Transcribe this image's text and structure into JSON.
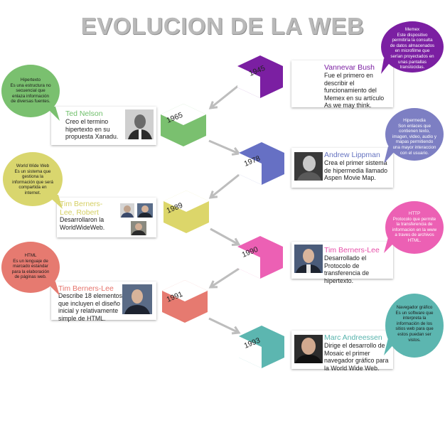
{
  "title": "EVOLUCION DE LA WEB",
  "colors": {
    "title": "#b9b9b9",
    "arrow": "#bdbdbd"
  },
  "events": [
    {
      "year": "1945",
      "name": "Vannevar Bush",
      "name_color": "#7b1fa2",
      "hex_color": "#7b1fa2",
      "desc": "Fue el primero en describir el funcionamiento del Memex en su artículo As we may think.",
      "photos": 0,
      "bubble": {
        "title": "Memex",
        "text": "Este dispositivo permitiría la consulta de datos almacenados en microfilme que serían proyectados en unas pantallas translúcidas.",
        "color": "#7b1fa2"
      }
    },
    {
      "year": "1965",
      "name": "Ted Nelson",
      "name_color": "#6fbf6a",
      "hex_color": "#7ac06f",
      "desc": "Creo el termino hipertexto en su propuesta Xanadu.",
      "photos": 1,
      "bubble": {
        "title": "Hipertexto",
        "text": "Es una estructura no secuencial que enlaza información de diversas fuentes.",
        "color": "#7ac06f"
      }
    },
    {
      "year": "1978",
      "name": "Andrew Lippman",
      "name_color": "#6573c0",
      "hex_color": "#6670c4",
      "desc": "Crea el primer sistema de hipermedia llamado Aspen Movie Map.",
      "photos": 1,
      "bubble": {
        "title": "Hipermedia",
        "text": "Son enlaces que contienen texto, imagen, video, audio y mapas permitiendo una mayor interaccion con el usuario.",
        "color": "#7d7fc3"
      }
    },
    {
      "year": "1989",
      "name": "Tim Berners-Lee, Robert",
      "name_color": "#d4cf62",
      "hex_color": "#dcd66a",
      "desc": "Desarrollaron la WorldWideWeb.",
      "photos": 3,
      "bubble": {
        "title": "World Wide Web",
        "text": "Es un sistema que gestiona la información que será compartida en internet.",
        "color": "#d9d66e"
      }
    },
    {
      "year": "1990",
      "name": "Tim Berners-Lee",
      "name_color": "#e64fa8",
      "hex_color": "#ec60b4",
      "desc": "Desarrollado el Protocolo de transferencia de hipertexto.",
      "photos": 1,
      "bubble": {
        "title": "HTTP",
        "text": "Protocolo que permite la transferencia de informacion en la www a traves de archivos HTML.",
        "color": "#ec60b4"
      }
    },
    {
      "year": "1991",
      "name": "Tim Berners-Lee",
      "name_color": "#e5726a",
      "hex_color": "#e67a70",
      "desc": "Describe 18 elementos que incluyen el diseño inicial y relativamente simple de HTML.",
      "photos": 1,
      "bubble": {
        "title": "HTML",
        "text": "Es un lenguaje de marcado estandar para la elaboración de páginas web.",
        "color": "#e67a70"
      }
    },
    {
      "year": "1993",
      "name": "Marc Andreessen",
      "name_color": "#56b3ac",
      "hex_color": "#5cb6b0",
      "desc": "Dirige el desarrollo de Mosaic el primer navegador gráfico para la World Wide Web.",
      "photos": 1,
      "bubble": {
        "title": "Navegador gráfico",
        "text": "Es un software que interpreta la información de los sitios web para que estos puedan ser vistos.",
        "color": "#5cb6b0"
      }
    }
  ]
}
